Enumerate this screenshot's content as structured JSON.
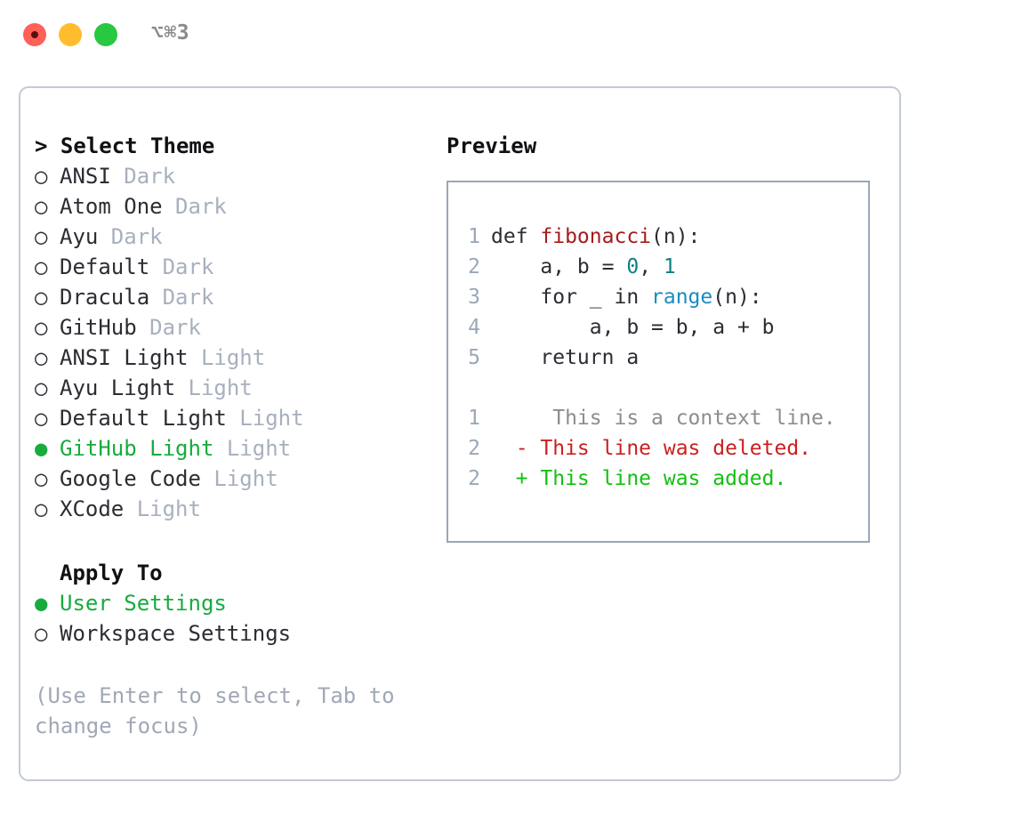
{
  "window": {
    "shortcut_label": "⌥⌘3",
    "traffic_lights": [
      {
        "name": "close",
        "color": "#ff6058"
      },
      {
        "name": "minimize",
        "color": "#ffbd2e"
      },
      {
        "name": "maximize",
        "color": "#28c840"
      }
    ]
  },
  "accent": {
    "selected_green": "#18ab3e",
    "muted_gray": "#a8b0be",
    "border": "#c3cad4",
    "preview_border": "#9aa7b8"
  },
  "theme_picker": {
    "heading": "> Select Theme",
    "marker_selected": "●",
    "marker_unselected": "○",
    "options": [
      {
        "name": "ANSI",
        "variant": "Dark",
        "selected": false
      },
      {
        "name": "Atom One",
        "variant": "Dark",
        "selected": false
      },
      {
        "name": "Ayu",
        "variant": "Dark",
        "selected": false
      },
      {
        "name": "Default",
        "variant": "Dark",
        "selected": false
      },
      {
        "name": "Dracula",
        "variant": "Dark",
        "selected": false
      },
      {
        "name": "GitHub",
        "variant": "Dark",
        "selected": false
      },
      {
        "name": "ANSI Light",
        "variant": "Light",
        "selected": false
      },
      {
        "name": "Ayu Light",
        "variant": "Light",
        "selected": false
      },
      {
        "name": "Default Light",
        "variant": "Light",
        "selected": false
      },
      {
        "name": "GitHub Light",
        "variant": "Light",
        "selected": true
      },
      {
        "name": "Google Code",
        "variant": "Light",
        "selected": false
      },
      {
        "name": "XCode",
        "variant": "Light",
        "selected": false
      }
    ]
  },
  "apply_to": {
    "heading": "Apply To",
    "options": [
      {
        "name": "User Settings",
        "selected": true
      },
      {
        "name": "Workspace Settings",
        "selected": false
      }
    ]
  },
  "hint": "(Use Enter to select, Tab to change focus)",
  "preview": {
    "heading": "Preview",
    "code_lines": [
      {
        "num": "1",
        "tokens": [
          {
            "t": "def ",
            "c": "plain"
          },
          {
            "t": "fibonacci",
            "c": "func"
          },
          {
            "t": "(n):",
            "c": "plain"
          }
        ]
      },
      {
        "num": "2",
        "tokens": [
          {
            "t": "    a, b = ",
            "c": "plain"
          },
          {
            "t": "0",
            "c": "num"
          },
          {
            "t": ", ",
            "c": "plain"
          },
          {
            "t": "1",
            "c": "num"
          }
        ]
      },
      {
        "num": "3",
        "tokens": [
          {
            "t": "    for _ in ",
            "c": "plain"
          },
          {
            "t": "range",
            "c": "call"
          },
          {
            "t": "(n):",
            "c": "plain"
          }
        ]
      },
      {
        "num": "4",
        "tokens": [
          {
            "t": "        a, b = b, a + b",
            "c": "plain"
          }
        ]
      },
      {
        "num": "5",
        "tokens": [
          {
            "t": "    return a",
            "c": "plain"
          }
        ]
      }
    ],
    "diff_lines": [
      {
        "num": "1",
        "marker": " ",
        "text": "  This is a context line.",
        "kind": "context"
      },
      {
        "num": "2",
        "marker": "-",
        "text": " This line was deleted.",
        "kind": "deleted"
      },
      {
        "num": "2",
        "marker": "+",
        "text": " This line was added.",
        "kind": "added"
      }
    ]
  }
}
